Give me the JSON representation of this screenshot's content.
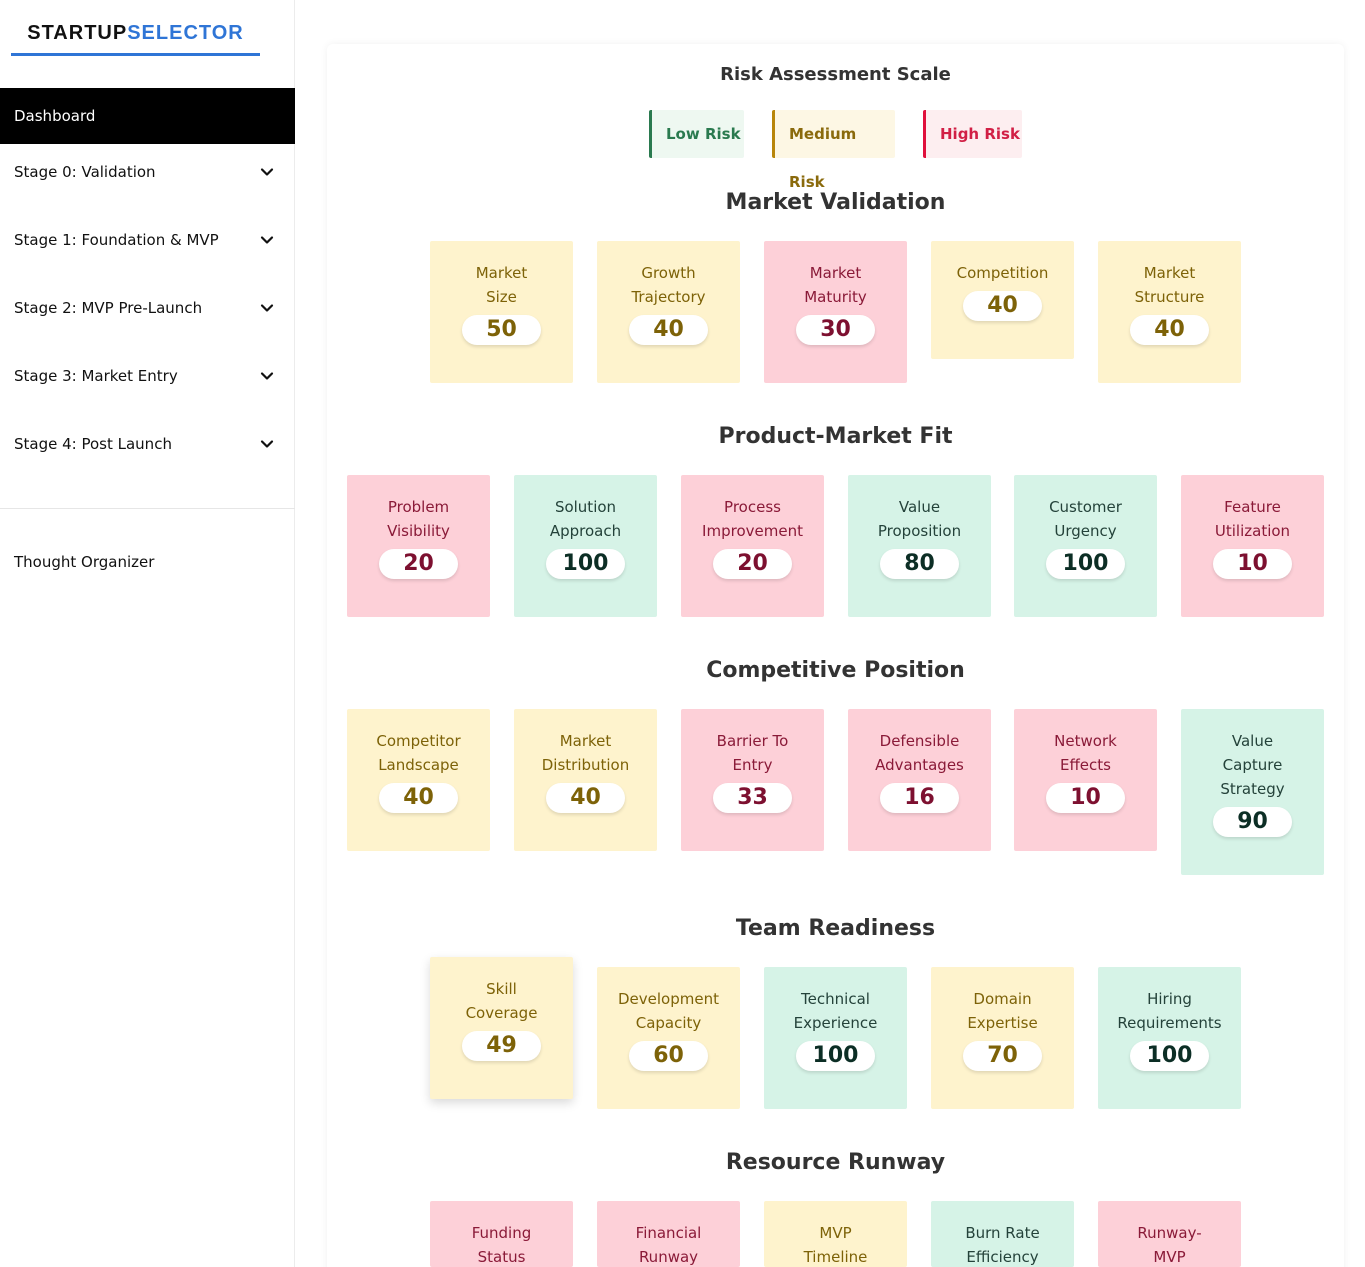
{
  "brand": {
    "part1": "STARTUP",
    "part2": "SELECTOR",
    "accent_color": "#2f75d6"
  },
  "sidebar": {
    "dashboard": "Dashboard",
    "stages": [
      "Stage 0: Validation",
      "Stage 1: Foundation & MVP",
      "Stage 2: MVP Pre-Launch",
      "Stage 3: Market Entry",
      "Stage 4: Post Launch"
    ],
    "thought_organizer": "Thought Organizer"
  },
  "scale": {
    "title": "Risk Assessment Scale",
    "low": "Low Risk",
    "medium": "Medium Risk",
    "high": "High Risk",
    "colors": {
      "low": "#d6f3e7",
      "medium": "#fef3cd",
      "high": "#fdd0d8"
    }
  },
  "sections": [
    {
      "title": "Market Validation",
      "cards": [
        {
          "label": "Market Size",
          "value": "50",
          "risk": "medium"
        },
        {
          "label": "Growth Trajectory",
          "value": "40",
          "risk": "medium"
        },
        {
          "label": "Market Maturity",
          "value": "30",
          "risk": "high"
        },
        {
          "label": "Competition",
          "value": "40",
          "risk": "medium"
        },
        {
          "label": "Market Structure",
          "value": "40",
          "risk": "medium"
        }
      ]
    },
    {
      "title": "Product-Market Fit",
      "cards": [
        {
          "label": "Problem Visibility",
          "value": "20",
          "risk": "high"
        },
        {
          "label": "Solution Approach",
          "value": "100",
          "risk": "low"
        },
        {
          "label": "Process Improvement",
          "value": "20",
          "risk": "high"
        },
        {
          "label": "Value Proposition",
          "value": "80",
          "risk": "low"
        },
        {
          "label": "Customer Urgency",
          "value": "100",
          "risk": "low"
        },
        {
          "label": "Feature Utilization",
          "value": "10",
          "risk": "high"
        }
      ]
    },
    {
      "title": "Competitive Position",
      "cards": [
        {
          "label": "Competitor Landscape",
          "value": "40",
          "risk": "medium"
        },
        {
          "label": "Market Distribution",
          "value": "40",
          "risk": "medium"
        },
        {
          "label": "Barrier To Entry",
          "value": "33",
          "risk": "high"
        },
        {
          "label": "Defensible Advantages",
          "value": "16",
          "risk": "high"
        },
        {
          "label": "Network Effects",
          "value": "10",
          "risk": "high"
        },
        {
          "label": "Value Capture Strategy",
          "value": "90",
          "risk": "low"
        }
      ]
    },
    {
      "title": "Team Readiness",
      "cards": [
        {
          "label": "Skill Coverage",
          "value": "49",
          "risk": "medium"
        },
        {
          "label": "Development Capacity",
          "value": "60",
          "risk": "medium"
        },
        {
          "label": "Technical Experience",
          "value": "100",
          "risk": "low"
        },
        {
          "label": "Domain Expertise",
          "value": "70",
          "risk": "medium"
        },
        {
          "label": "Hiring Requirements",
          "value": "100",
          "risk": "low"
        }
      ]
    },
    {
      "title": "Resource Runway",
      "cards": [
        {
          "label": "Funding Status",
          "value": "",
          "risk": "high"
        },
        {
          "label": "Financial Runway",
          "value": "",
          "risk": "high"
        },
        {
          "label": "MVP Timeline",
          "value": "",
          "risk": "medium"
        },
        {
          "label": "Burn Rate Efficiency",
          "value": "",
          "risk": "low"
        },
        {
          "label": "Runway-MVP",
          "value": "",
          "risk": "high"
        }
      ]
    }
  ]
}
